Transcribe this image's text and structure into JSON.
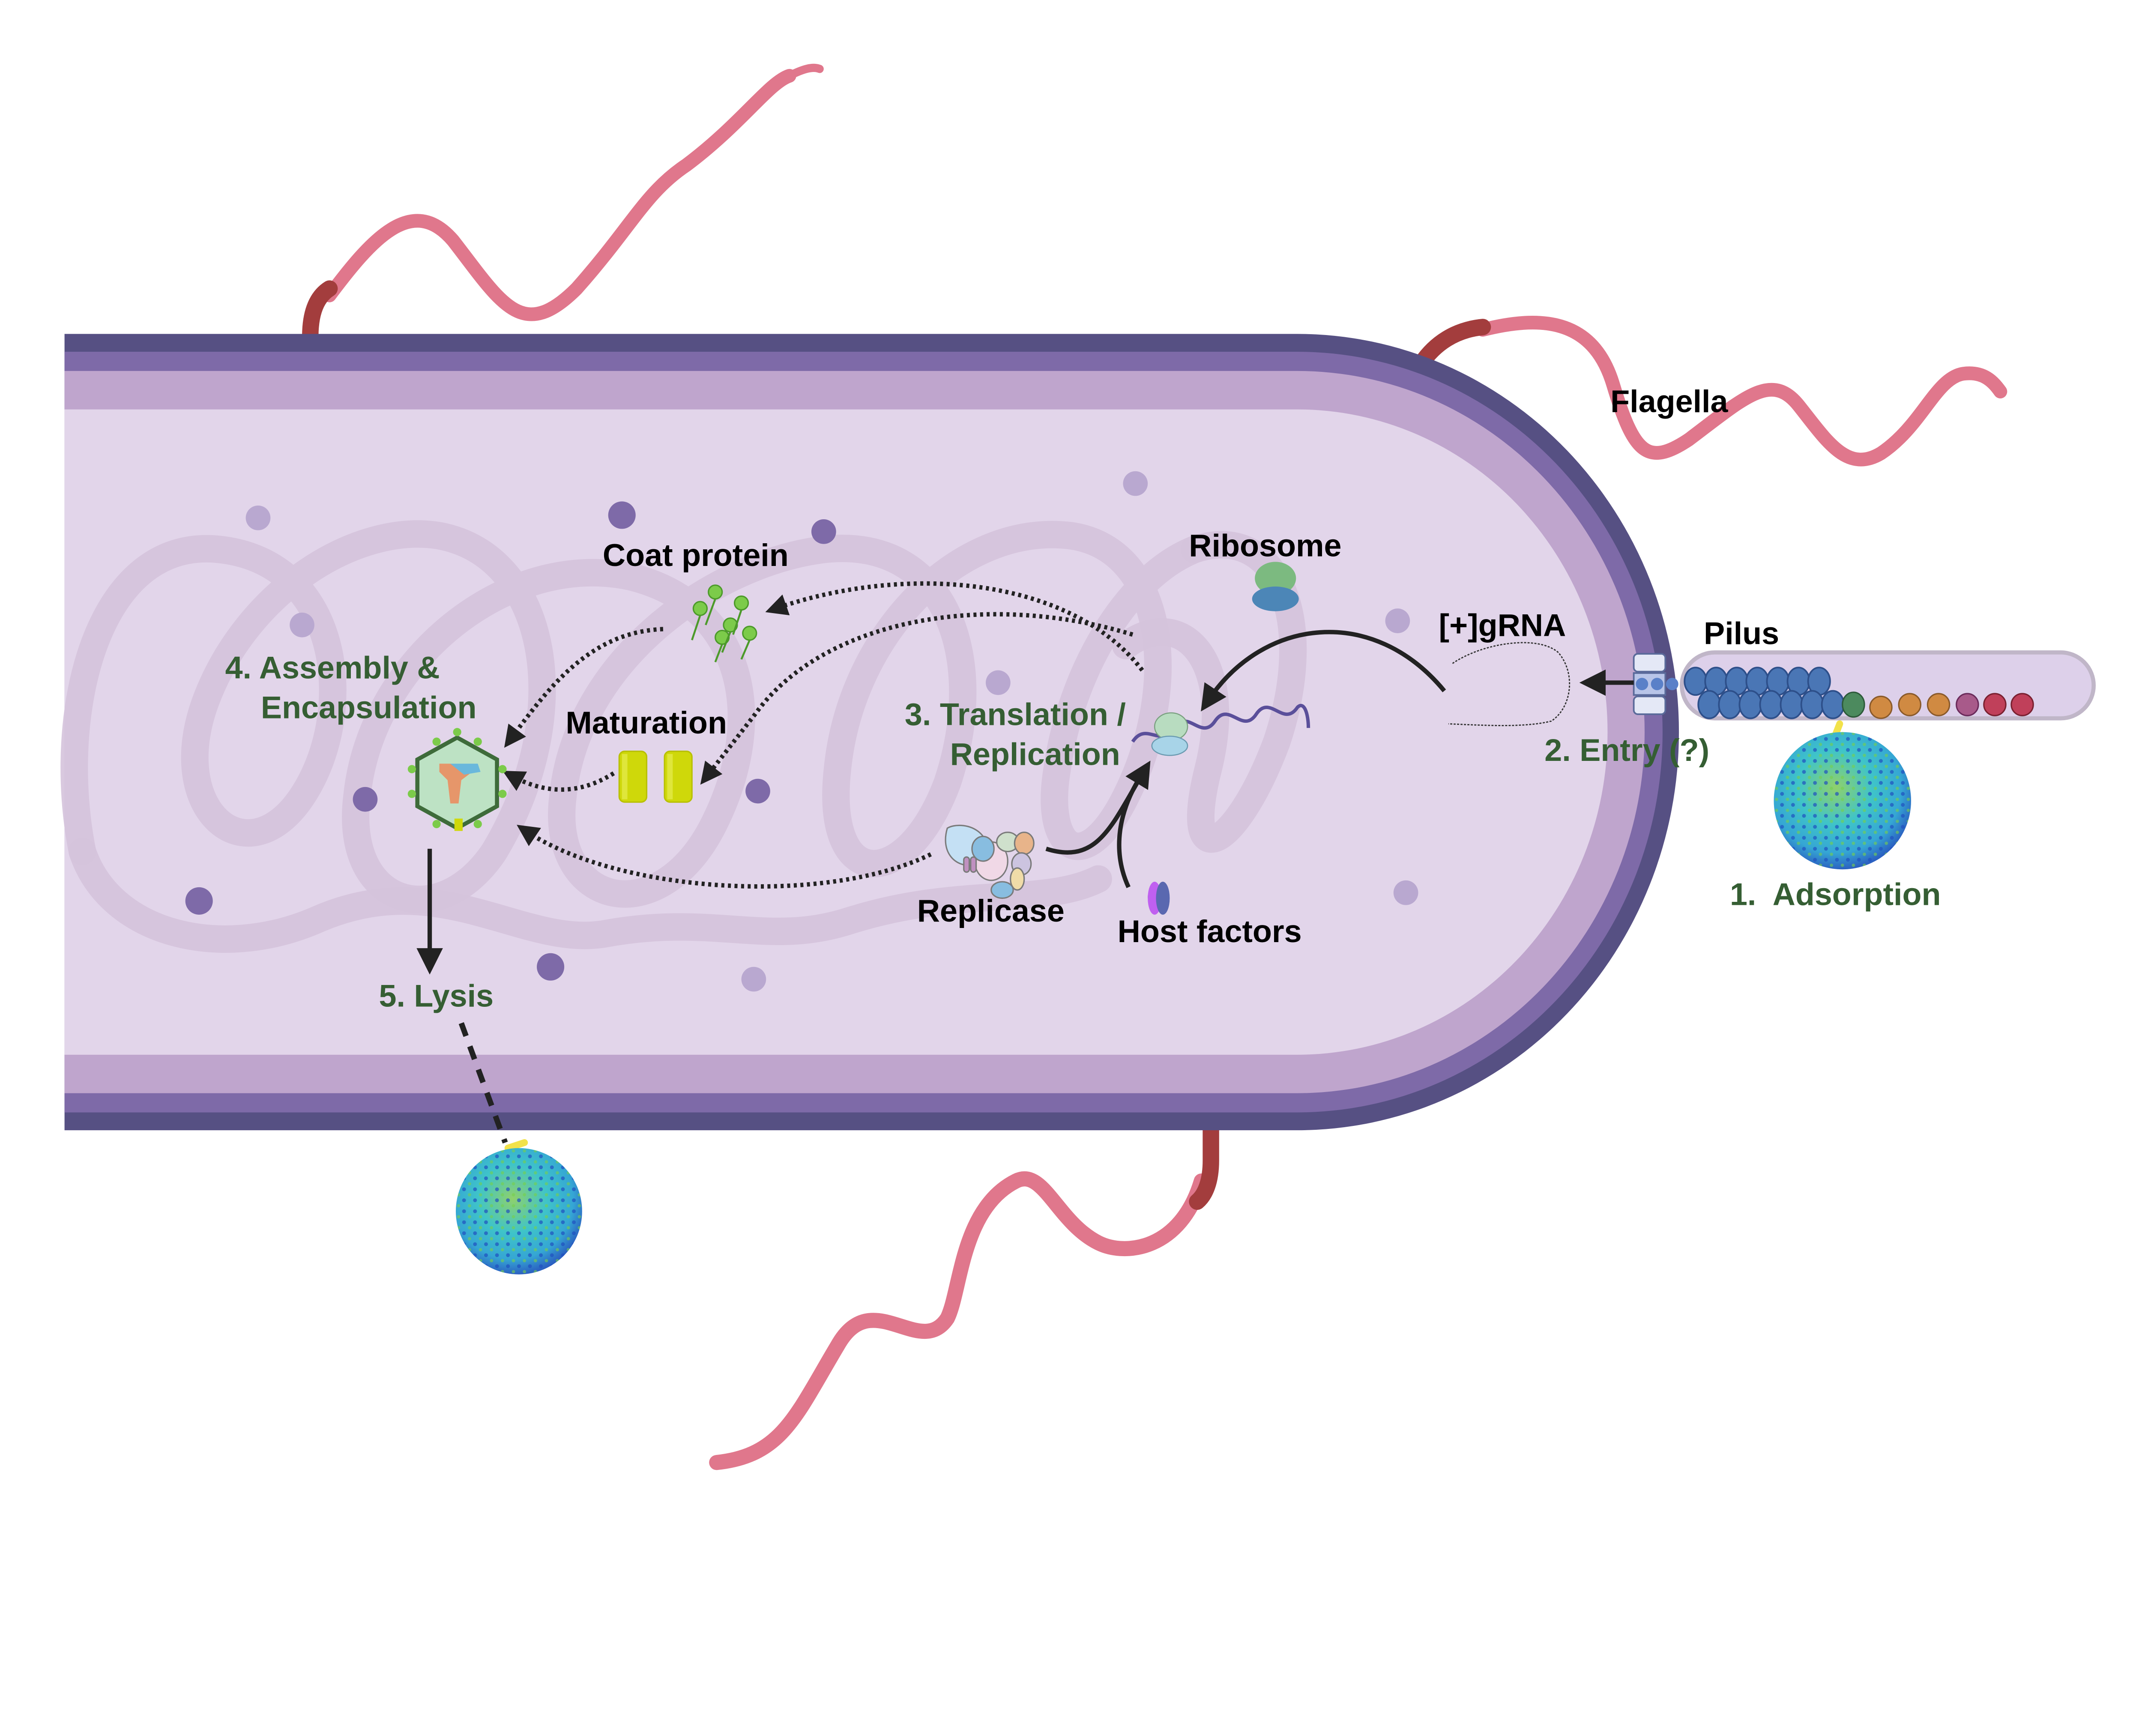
{
  "figure": {
    "title": "Bacteriophage life cycle in a bacterial cell",
    "labels": {
      "flagella": "Flagella",
      "pilus": "Pilus",
      "gRNA": "[+]gRNA",
      "ribosome": "Ribosome",
      "coat_protein": "Coat protein",
      "maturation": "Maturation",
      "replicase": "Replicase",
      "host_factors": "Host factors"
    },
    "steps": [
      {
        "number": "1.",
        "label": "1.  Adsorption"
      },
      {
        "number": "2.",
        "label": "2. Entry (?)"
      },
      {
        "number": "3.",
        "label_line1": "3. Translation /",
        "label_line2": "Replication"
      },
      {
        "number": "4.",
        "label_line1": "4. Assembly &",
        "label_line2": "Encapsulation"
      },
      {
        "number": "5.",
        "label": "5. Lysis"
      }
    ],
    "colors": {
      "cytoplasm": "#e2d5ea",
      "inner_membrane": "#bfa5cd",
      "cell_wall": "#7e6aa8",
      "outer_membrane": "#565083",
      "flagellum_filament": "#e0778c",
      "flagellum_hook": "#a33d3d",
      "step_label": "#355e33",
      "dna": "#d5c3dc",
      "granule": "#7e6aa8",
      "pilin_subunit": "#4a76b5",
      "maturation_protein": "#cfd80a"
    }
  }
}
